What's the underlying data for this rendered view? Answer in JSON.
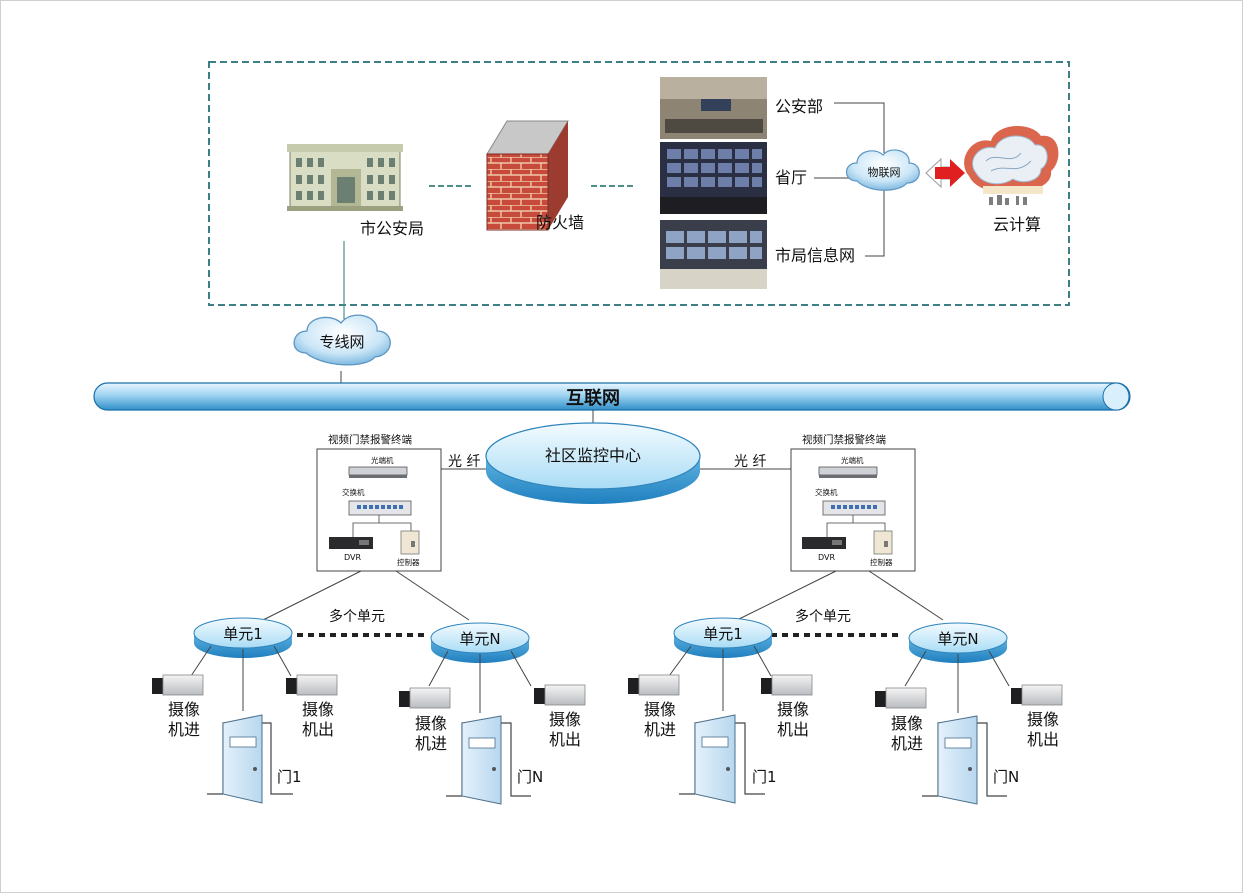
{
  "top_zone": {
    "city_police": "市公安局",
    "firewall": "防火墙",
    "ministry": "公安部",
    "province": "省厅",
    "city_info_net": "市局信息网",
    "iot_net": "物联网",
    "cloud_computing": "云计算"
  },
  "dedicated_net": "专线网",
  "internet": "互联网",
  "center": "社区监控中心",
  "fiber": "光 纤",
  "terminal": {
    "title": "视频门禁报警终端",
    "optical": "光端机",
    "switch": "交换机",
    "dvr": "DVR",
    "controller": "控制器"
  },
  "multi_units": "多个单元",
  "unit_1": "单元1",
  "unit_n": "单元N",
  "camera_in": [
    "摄像",
    "机进"
  ],
  "camera_out": [
    "摄像",
    "机出"
  ],
  "door_1": "门1",
  "door_n": "门N",
  "colors": {
    "dashed_border": "#3c7f86",
    "bus_blue": "#1c89c2",
    "door_blue": "#cfe5f4",
    "brick_red": "#c84a3a",
    "arrow_red": "#e02020"
  }
}
